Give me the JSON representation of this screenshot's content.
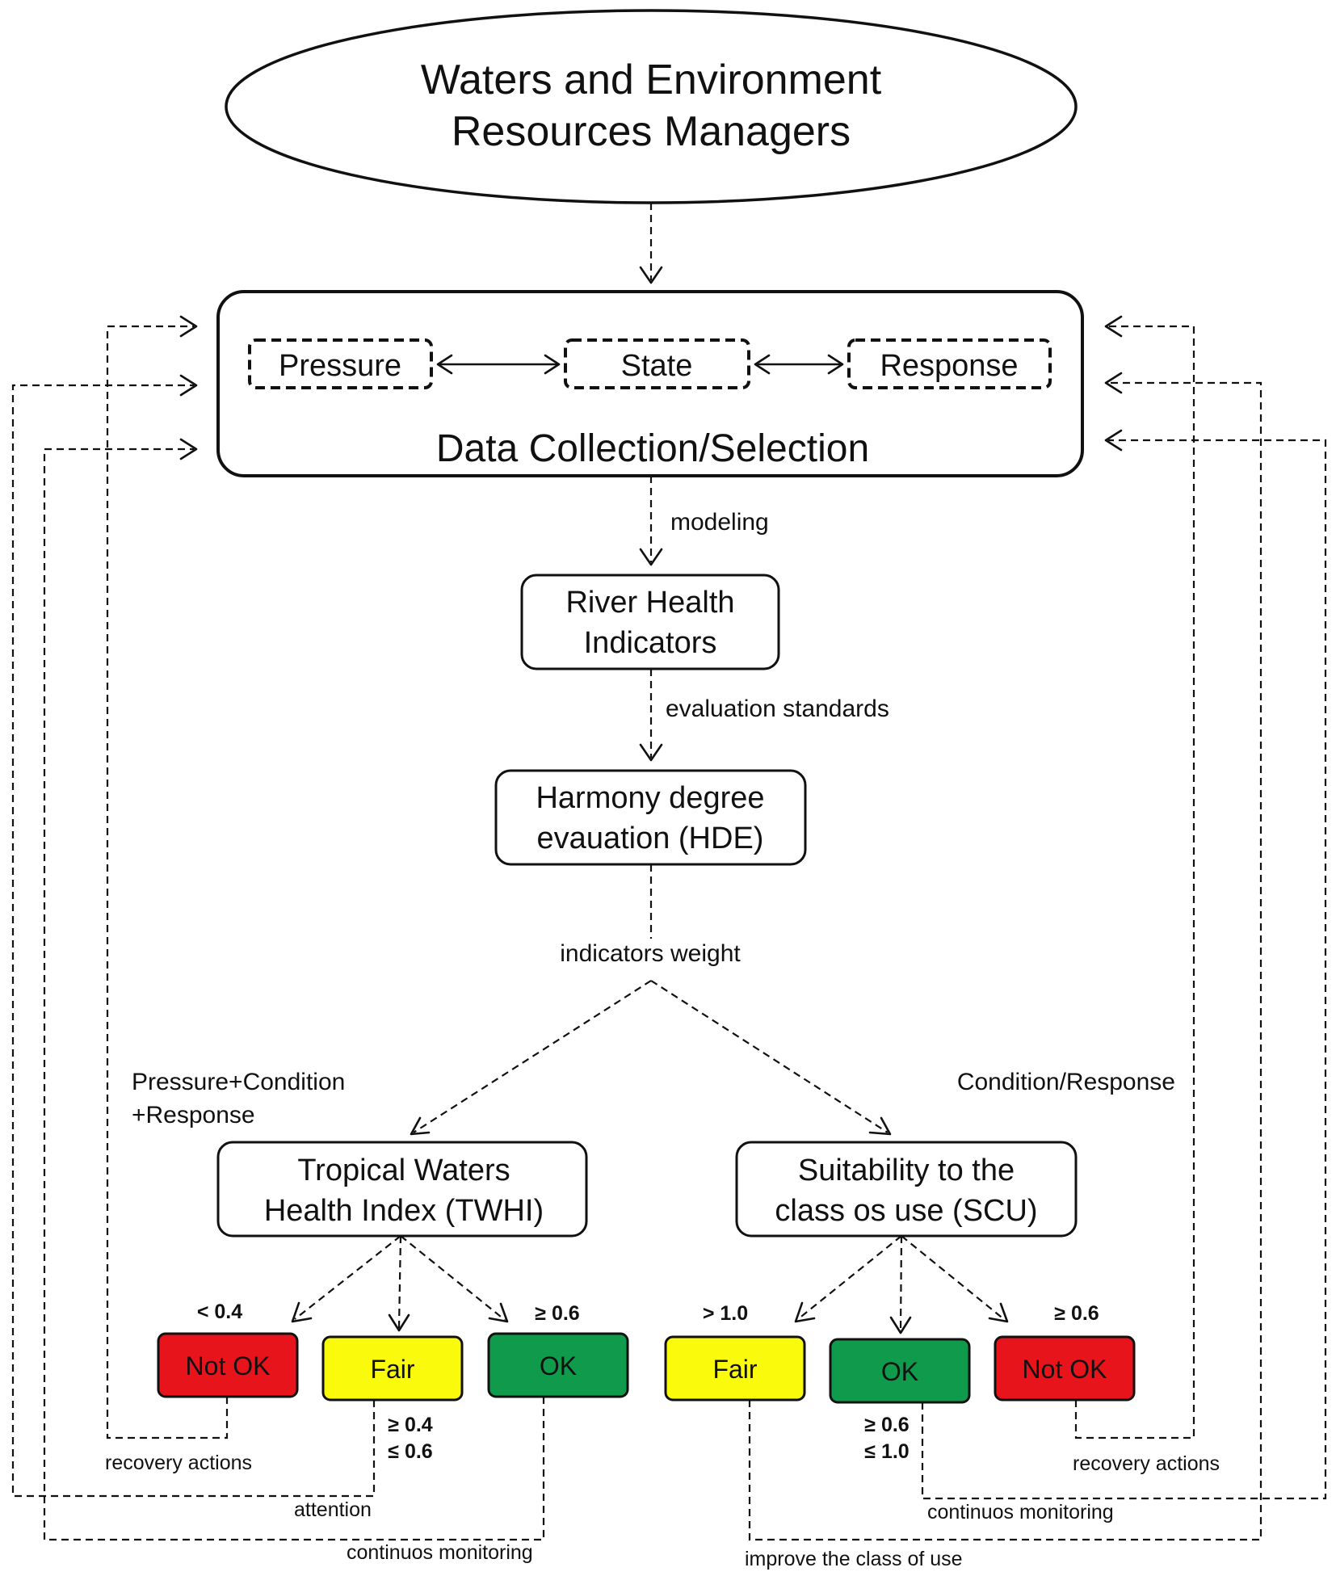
{
  "header": {
    "line1": "Waters and Environment",
    "line2": "Resources Managers"
  },
  "top_box": {
    "pressure": "Pressure",
    "state": "State",
    "response": "Response",
    "title": "Data Collection/Selection"
  },
  "flow": {
    "modeling": "modeling",
    "indicators_line1": "River Health",
    "indicators_line2": "Indicators",
    "evaluation": "evaluation standards",
    "hde_line1": "Harmony degree",
    "hde_line2": "evauation (HDE)",
    "weight": "indicators weight"
  },
  "left_branch": {
    "label_line1": "Pressure+Condition",
    "label_line2": "+Response",
    "box_line1": "Tropical Waters",
    "box_line2": "Health Index (TWHI)",
    "outcomes": [
      {
        "status": "Not OK",
        "color": "#e8141b",
        "threshold": "< 0.4",
        "threshold_color": "#d31c1c"
      },
      {
        "status": "Fair",
        "color": "#fafa0c",
        "threshold_line1": "≥ 0.4",
        "threshold_line2": "≤ 0.6",
        "threshold_color": "#f2ef2a"
      },
      {
        "status": "OK",
        "color": "#109a4c",
        "threshold": "≥ 0.6",
        "threshold_color": "#1f9a4a"
      }
    ],
    "actions": [
      "recovery actions",
      "attention",
      "continuos monitoring"
    ]
  },
  "right_branch": {
    "label": "Condition/Response",
    "box_line1": "Suitability to the",
    "box_line2": "class os use (SCU)",
    "outcomes": [
      {
        "status": "Fair",
        "color": "#fafa0c",
        "threshold": "> 1.0",
        "threshold_color": "#f2ef2a"
      },
      {
        "status": "OK",
        "color": "#109a4c",
        "threshold_line1": "≥ 0.6",
        "threshold_line2": "≤ 1.0",
        "threshold_color": "#1f9a4a"
      },
      {
        "status": "Not OK",
        "color": "#e8141b",
        "threshold": "≥ 0.6",
        "threshold_color": "#d31c1c"
      }
    ],
    "actions": [
      "recovery actions",
      "continuos monitoring",
      "improve the class of use"
    ]
  }
}
